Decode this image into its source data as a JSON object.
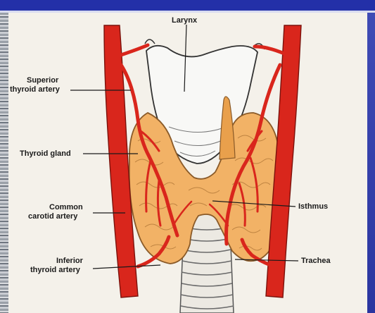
{
  "colors": {
    "banner": "#2330a8",
    "artery": "#d9261c",
    "gland": "#f2b266",
    "larynx": "#f7f7f5",
    "trachea": "#e9e6df"
  },
  "labels": {
    "larynx": "Larynx",
    "superior_1": "Superior",
    "superior_2": "thyroid artery",
    "thyroid_gland": "Thyroid gland",
    "common_1": "Common",
    "common_2": "carotid artery",
    "inferior_1": "Inferior",
    "inferior_2": "thyroid artery",
    "isthmus": "Isthmus",
    "trachea": "Trachea"
  }
}
